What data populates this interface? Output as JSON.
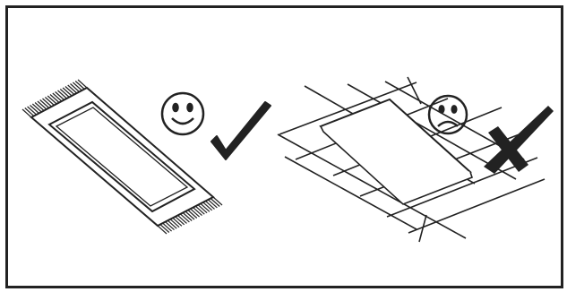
{
  "diagram": {
    "panels": [
      {
        "id": "correct",
        "surface": "rug-with-fringe",
        "face": "smiley-face-icon",
        "mark": "check-mark-icon"
      },
      {
        "id": "incorrect",
        "surface": "grid-floor-tiles",
        "face": "frowning-face-icon",
        "mark": "cross-mark-icon"
      }
    ],
    "colors": {
      "line": "#222222",
      "background": "#ffffff",
      "border": "#222222"
    }
  }
}
